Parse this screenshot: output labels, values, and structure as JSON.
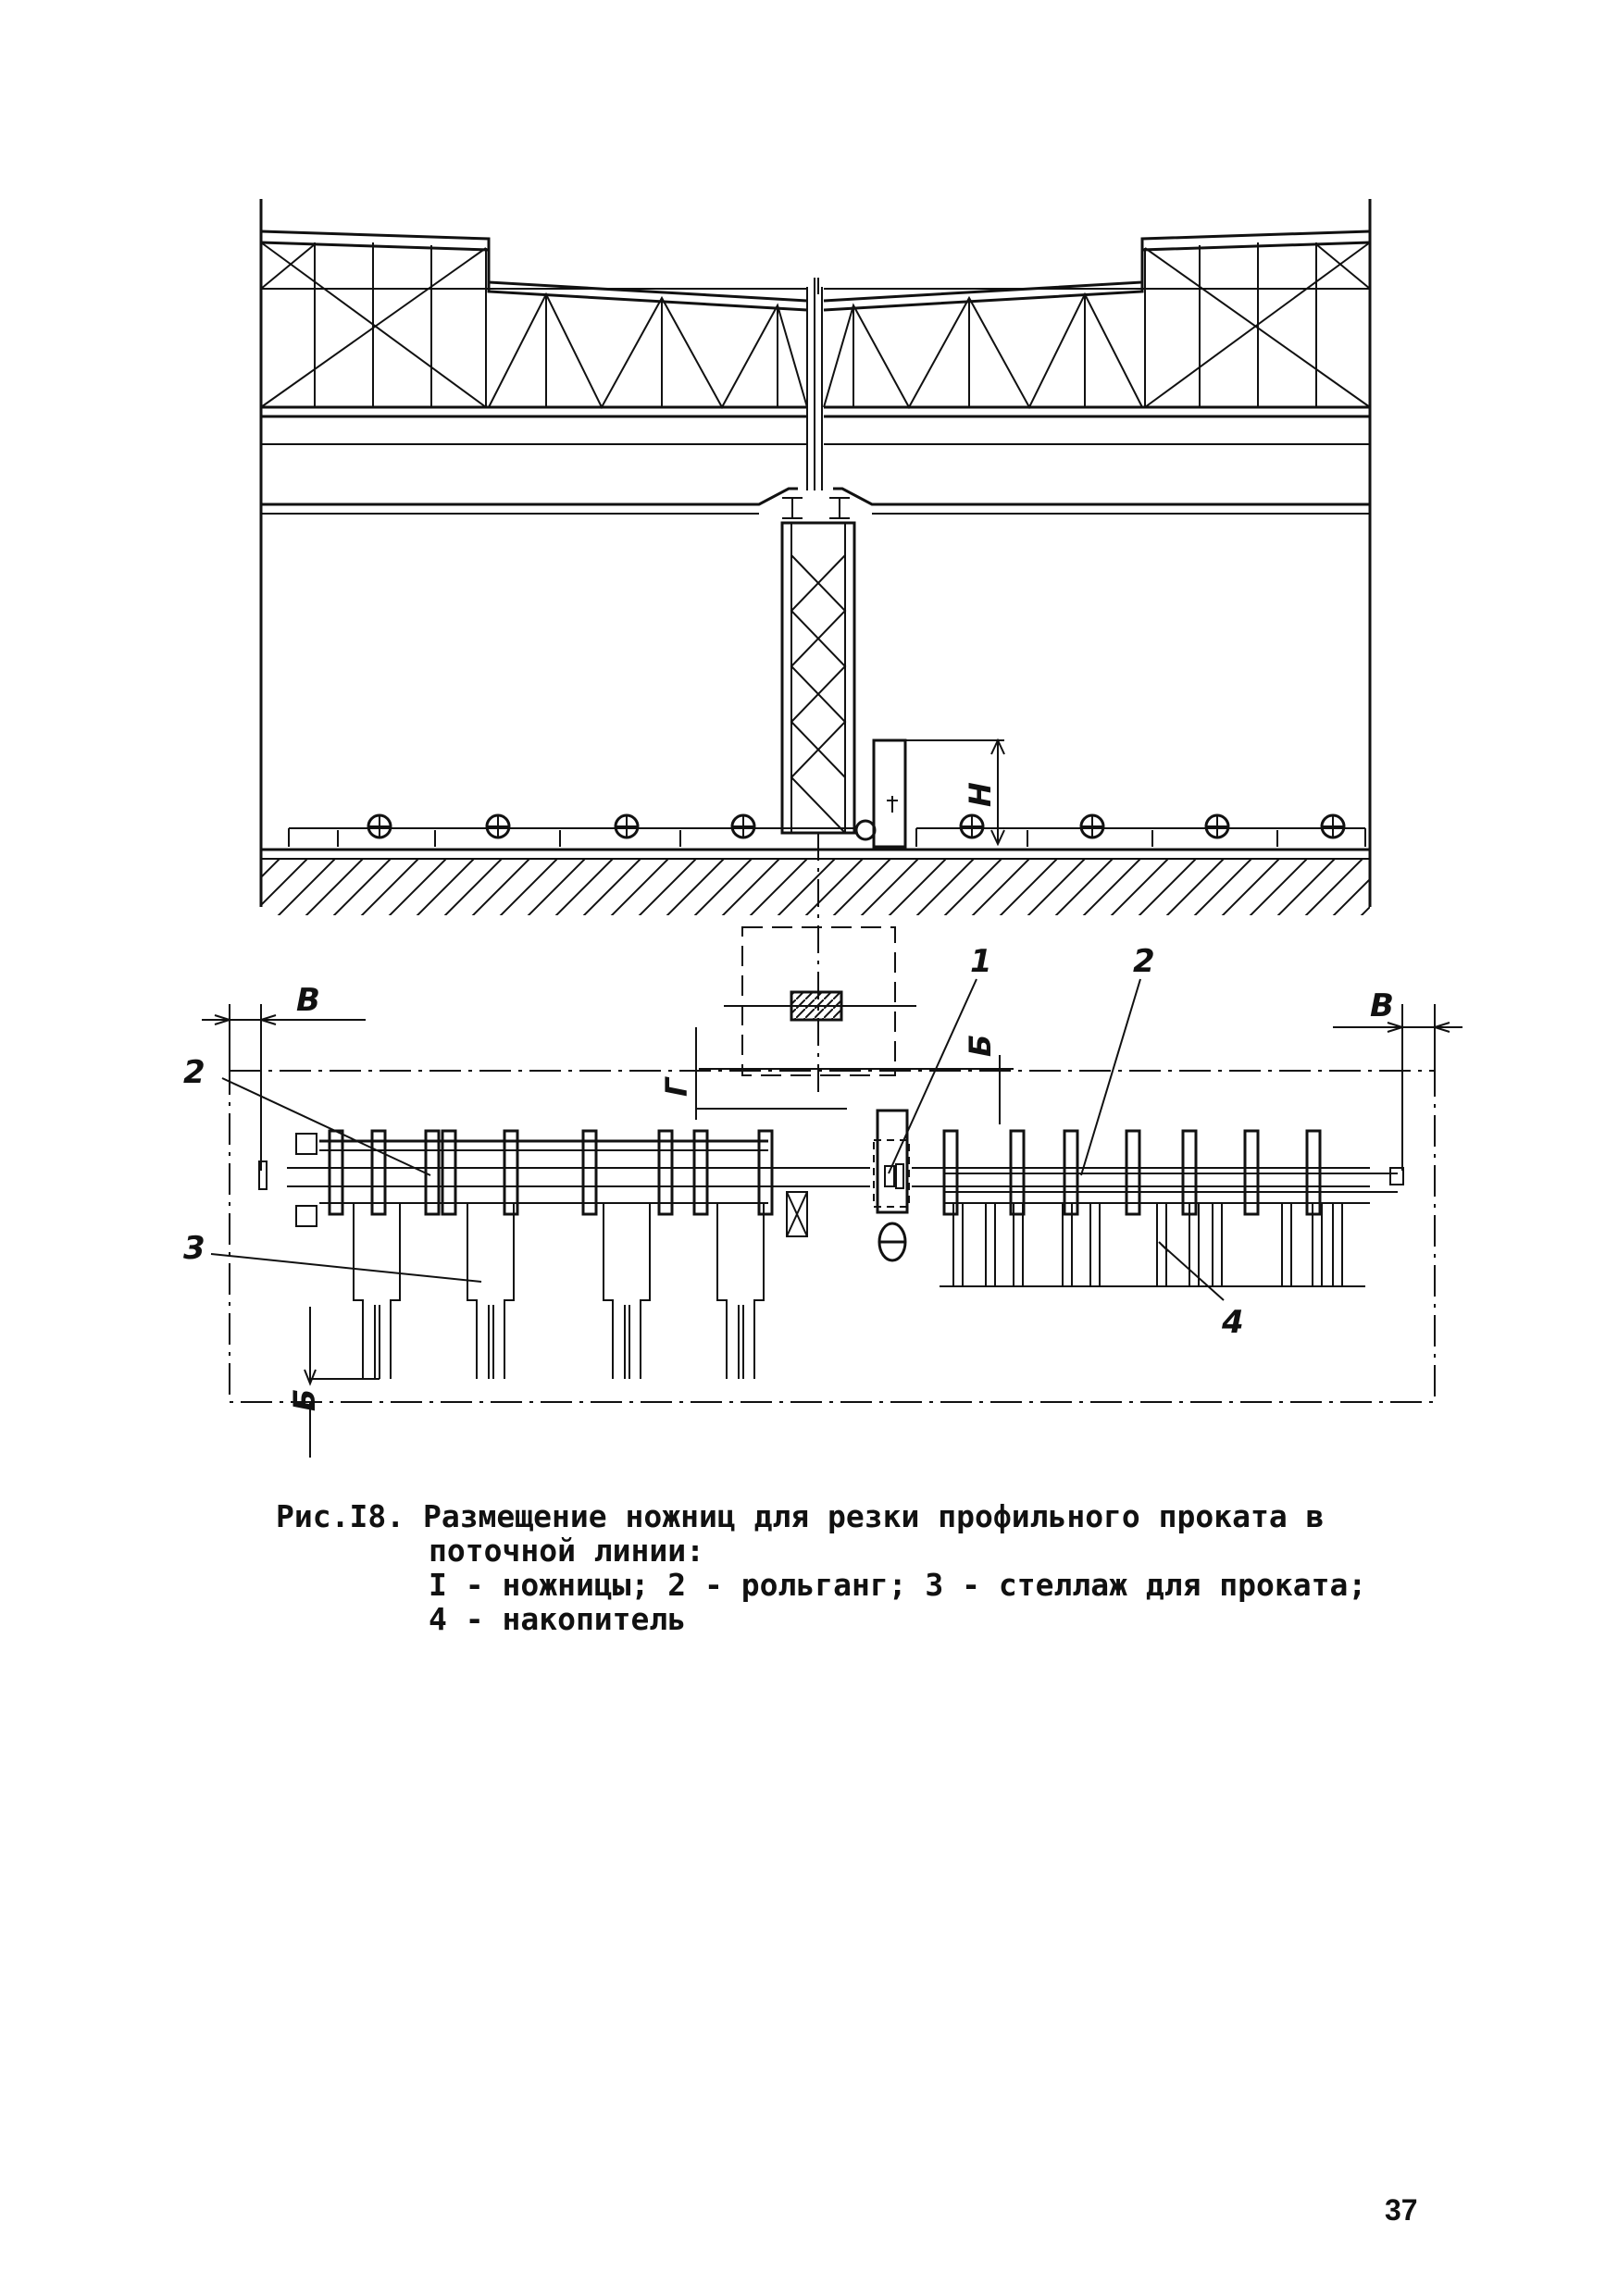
{
  "figure": {
    "callouts": {
      "shears": "1",
      "roller_table_left": "2",
      "roller_table_right": "2",
      "rack": "3",
      "accumulator": "4"
    },
    "dimensions": {
      "b_left": "В",
      "b_right": "В",
      "g": "Г",
      "b_top": "Б",
      "b_bottom": "Б",
      "h": "Н"
    }
  },
  "caption": {
    "figure_no": "Рис.I8.",
    "line1": "Размещение ножниц для резки профильного проката в",
    "line2": "поточной линии:",
    "line3": "I - ножницы; 2 - рольганг; 3 - стеллаж для проката;",
    "line4": "4 - накопитель"
  },
  "page": {
    "number": "37"
  }
}
